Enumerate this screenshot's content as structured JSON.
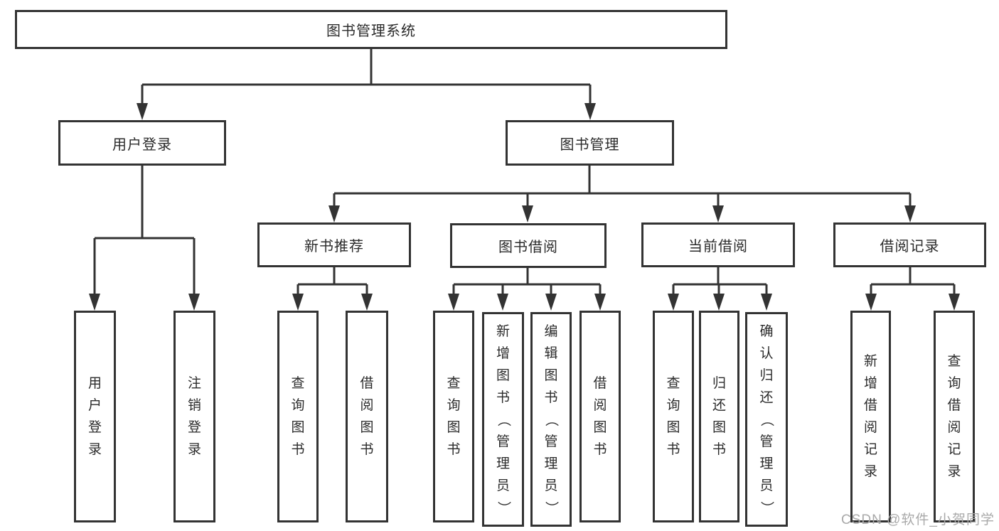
{
  "colors": {
    "line": "#333333",
    "box_fill": "#ffffff",
    "text": "#2b2b2b",
    "watermark": "#a9a9a9"
  },
  "watermark": "CSDN @软件_小贺同学",
  "nodes": {
    "root": "图书管理系统",
    "user_login": "用户登录",
    "book_mgmt": "图书管理",
    "new_rec": "新书推荐",
    "borrow": "图书借阅",
    "current": "当前借阅",
    "records": "借阅记录",
    "leaf_user_login": "用户登录",
    "leaf_logout": "注销登录",
    "leaf_rec_query": "查询图书",
    "leaf_rec_borrow": "借阅图书",
    "leaf_borrow_query": "查询图书",
    "leaf_borrow_add": "新增图书（管理员）",
    "leaf_borrow_edit": "编辑图书（管理员）",
    "leaf_borrow_borrow": "借阅图书",
    "leaf_current_query": "查询图书",
    "leaf_current_return": "归还图书",
    "leaf_current_confirm": "确认归还（管理员）",
    "leaf_records_add": "新增借阅记录",
    "leaf_records_query": "查询借阅记录"
  },
  "tree": {
    "root": "图书管理系统",
    "children": [
      {
        "label": "用户登录",
        "children": [
          "用户登录",
          "注销登录"
        ]
      },
      {
        "label": "图书管理",
        "children": [
          {
            "label": "新书推荐",
            "children": [
              "查询图书",
              "借阅图书"
            ]
          },
          {
            "label": "图书借阅",
            "children": [
              "查询图书",
              "新增图书（管理员）",
              "编辑图书（管理员）",
              "借阅图书"
            ]
          },
          {
            "label": "当前借阅",
            "children": [
              "查询图书",
              "归还图书",
              "确认归还（管理员）"
            ]
          },
          {
            "label": "借阅记录",
            "children": [
              "新增借阅记录",
              "查询借阅记录"
            ]
          }
        ]
      }
    ]
  }
}
